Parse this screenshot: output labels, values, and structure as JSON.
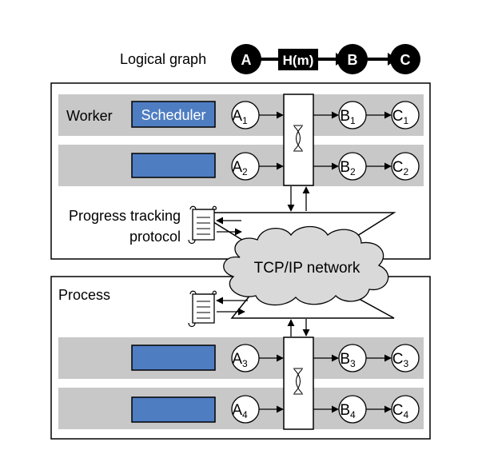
{
  "colors": {
    "row_band": "#c8c8c8",
    "scheduler_fill": "#4f7dc2",
    "cloud_fill": "#d9d9d9",
    "black_node": "#000000"
  },
  "logical_graph": {
    "label": "Logical graph",
    "nodes": [
      "A",
      "H(m)",
      "B",
      "C"
    ]
  },
  "process_top": {
    "row1": {
      "worker_label": "Worker",
      "scheduler_label": "Scheduler",
      "nodes": [
        {
          "base": "A",
          "sub": "1"
        },
        {
          "base": "B",
          "sub": "1"
        },
        {
          "base": "C",
          "sub": "1"
        }
      ]
    },
    "row2": {
      "nodes": [
        {
          "base": "A",
          "sub": "2"
        },
        {
          "base": "B",
          "sub": "2"
        },
        {
          "base": "C",
          "sub": "2"
        }
      ]
    },
    "progress_label_line1": "Progress tracking",
    "progress_label_line2": "protocol"
  },
  "network_label": "TCP/IP network",
  "process_bottom": {
    "label": "Process",
    "row3": {
      "nodes": [
        {
          "base": "A",
          "sub": "3"
        },
        {
          "base": "B",
          "sub": "3"
        },
        {
          "base": "C",
          "sub": "3"
        }
      ]
    },
    "row4": {
      "nodes": [
        {
          "base": "A",
          "sub": "4"
        },
        {
          "base": "B",
          "sub": "4"
        },
        {
          "base": "C",
          "sub": "4"
        }
      ]
    }
  }
}
